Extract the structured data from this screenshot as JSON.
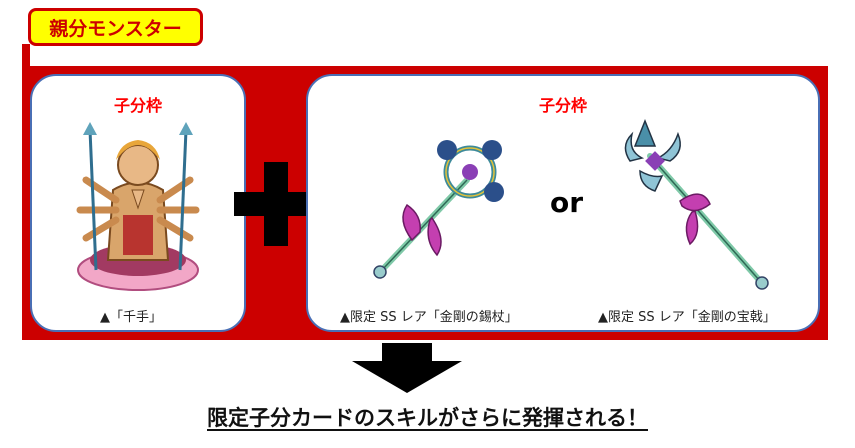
{
  "parent_label": "親分モンスター",
  "left_card": {
    "title": "子分枠",
    "caption": "▲「千手」"
  },
  "right_card": {
    "title": "子分枠",
    "or_text": "or",
    "caption_1": "▲限定 SS レア「金剛の錫杖」",
    "caption_2": "▲限定 SS レア「金剛の宝戟」"
  },
  "result_text": "限定子分カードのスキルがさらに発揮される！",
  "colors": {
    "band": "#cc0000",
    "tag_fill": "#ffff00",
    "card_border": "#4a6fb5",
    "title_red": "#ff0000"
  }
}
